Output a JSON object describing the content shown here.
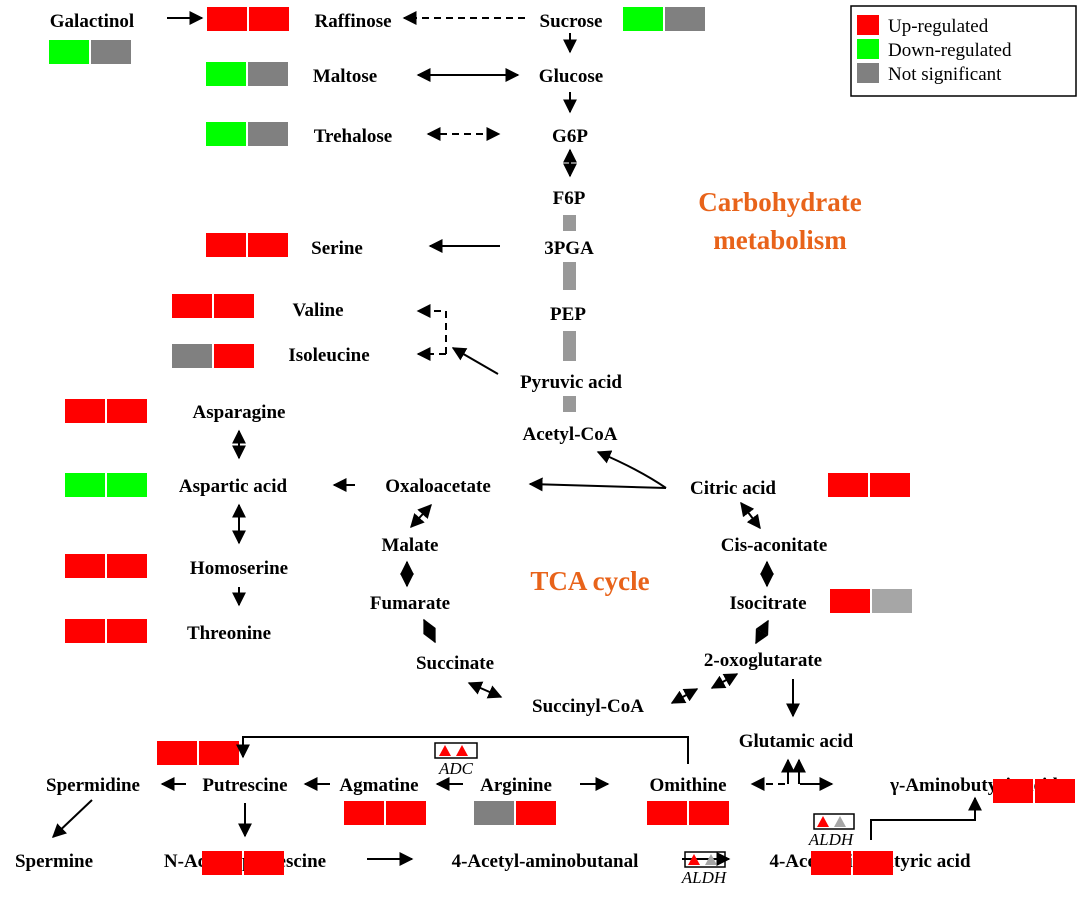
{
  "legend": {
    "up": {
      "label": "Up-regulated",
      "color": "#FF0000"
    },
    "down": {
      "label": "Down-regulated",
      "color": "#00FF00"
    },
    "ns": {
      "label": "Not significant",
      "color": "#808080"
    },
    "ns_light": "#A6A6A6"
  },
  "pathways": {
    "carb_line1": "Carbohydrate",
    "carb_line2": "metabolism",
    "tca": "TCA cycle"
  },
  "metabolites": {
    "galactinol": {
      "label": "Galactinol",
      "status": [
        "down",
        "ns"
      ]
    },
    "raffinose": {
      "label": "Raffinose",
      "status": [
        "up",
        "up"
      ]
    },
    "sucrose": {
      "label": "Sucrose",
      "status": [
        "down",
        "ns"
      ]
    },
    "maltose": {
      "label": "Maltose",
      "status": [
        "down",
        "ns"
      ]
    },
    "glucose": {
      "label": "Glucose"
    },
    "trehalose": {
      "label": "Trehalose",
      "status": [
        "down",
        "ns"
      ]
    },
    "g6p": {
      "label": "G6P"
    },
    "f6p": {
      "label": "F6P"
    },
    "serine": {
      "label": "Serine",
      "status": [
        "up",
        "up"
      ]
    },
    "pga3": {
      "label": "3PGA"
    },
    "valine": {
      "label": "Valine",
      "status": [
        "up",
        "up"
      ]
    },
    "pep": {
      "label": "PEP"
    },
    "isoleucine": {
      "label": "Isoleucine",
      "status": [
        "ns",
        "up"
      ]
    },
    "pyruvic_acid": {
      "label": "Pyruvic acid"
    },
    "asparagine": {
      "label": "Asparagine",
      "status": [
        "up",
        "up"
      ]
    },
    "acetyl_coa": {
      "label": "Acetyl-CoA"
    },
    "aspartic_acid": {
      "label": "Aspartic acid",
      "status": [
        "down",
        "down"
      ]
    },
    "oxaloacetate": {
      "label": "Oxaloacetate"
    },
    "citric_acid": {
      "label": "Citric acid",
      "status": [
        "up",
        "up"
      ]
    },
    "malate": {
      "label": "Malate"
    },
    "cis_aconitate": {
      "label": "Cis-aconitate"
    },
    "homoserine": {
      "label": "Homoserine",
      "status": [
        "up",
        "up"
      ]
    },
    "fumarate": {
      "label": "Fumarate"
    },
    "isocitrate": {
      "label": "Isocitrate",
      "status": [
        "up",
        "ns_light"
      ]
    },
    "threonine": {
      "label": "Threonine",
      "status": [
        "up",
        "up"
      ]
    },
    "succinate": {
      "label": "Succinate"
    },
    "oxoglutarate": {
      "label": "2-oxoglutarate"
    },
    "succinyl_coa": {
      "label": "Succinyl-CoA"
    },
    "glutamic_acid": {
      "label": "Glutamic acid"
    },
    "spermidine": {
      "label": "Spermidine"
    },
    "putrescine": {
      "label": "Putrescine",
      "status": [
        "up",
        "up"
      ]
    },
    "agmatine": {
      "label": "Agmatine",
      "status": [
        "up",
        "up"
      ]
    },
    "arginine": {
      "label": "Arginine",
      "status": [
        "ns",
        "up"
      ]
    },
    "omithine": {
      "label": "Omithine",
      "status": [
        "up",
        "up"
      ]
    },
    "gaba": {
      "label": "γ-Aminobutyric acid",
      "status": [
        "up",
        "up"
      ]
    },
    "spermine": {
      "label": "Spermine"
    },
    "n_acetyl_putrescine": {
      "label": "N-Acetyl-putrescine",
      "status": [
        "up",
        "up"
      ]
    },
    "acetyl_aminobutanal": {
      "label": "4-Acetyl-aminobutanal"
    },
    "acetamidobutyric_acid": {
      "label": "4-Acetamidobutyric acid",
      "status": [
        "up",
        "up"
      ]
    }
  },
  "enzymes": {
    "adc": {
      "label": "ADC",
      "status": [
        "up",
        "up"
      ]
    },
    "aldh_gaba": {
      "label": "ALDH",
      "status": [
        "up",
        "ns_light"
      ]
    },
    "aldh_acet": {
      "label": "ALDH",
      "status": [
        "up",
        "ns_light"
      ]
    }
  }
}
